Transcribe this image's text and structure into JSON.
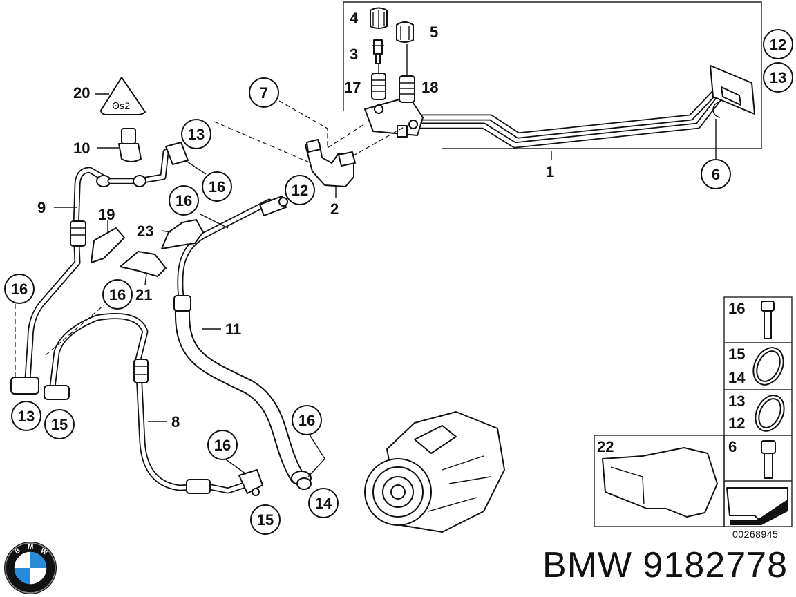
{
  "diagram": {
    "labels": {
      "p1": "1",
      "p2": "2",
      "p3": "3",
      "p4": "4",
      "p5": "5",
      "p6": "6",
      "p7": "7",
      "p8": "8",
      "p9": "9",
      "p10": "10",
      "p11": "11",
      "p12": "12",
      "p13": "13",
      "p14": "14",
      "p15": "15",
      "p16": "16",
      "p17": "17",
      "p18": "18",
      "p19": "19",
      "p20": "20",
      "p21": "21",
      "p22": "22",
      "p23": "23"
    },
    "drawing_code": "00268945"
  },
  "legend": {
    "cells": [
      "16",
      "15",
      "14",
      "13",
      "12",
      "6",
      "22"
    ]
  },
  "brand": {
    "logo_letters": [
      "B",
      "M",
      "W"
    ],
    "part_title": "BMW 9182778",
    "colors": {
      "logo_blue": "#2a8ad8",
      "logo_ring": "#111111",
      "logo_white": "#ffffff"
    }
  }
}
